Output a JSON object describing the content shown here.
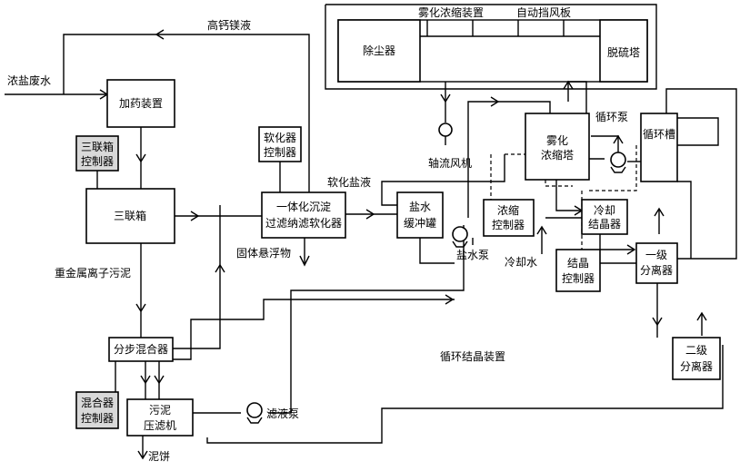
{
  "boxes": {
    "dosing": "加药装置",
    "triple_ctrl": [
      "三联箱",
      "控制器"
    ],
    "triple_box": "三联箱",
    "softener_ctrl": [
      "软化器",
      "控制器"
    ],
    "integrated": [
      "一体化沉淀",
      "过滤纳滤软化器"
    ],
    "buffer_tank": [
      "盐水",
      "缓冲罐"
    ],
    "dust_remover": "除尘器",
    "desulfur": "脱硫塔",
    "atomize_tower": [
      "雾化",
      "浓缩塔"
    ],
    "circ_tank": "循环槽",
    "conc_ctrl": [
      "浓缩",
      "控制器"
    ],
    "cool_cryst": [
      "冷却",
      "结晶器"
    ],
    "cryst_ctrl": [
      "结晶",
      "控制器"
    ],
    "sep1": [
      "一级",
      "分离器"
    ],
    "sep2": [
      "二级",
      "分离器"
    ],
    "step_mixer": "分步混合器",
    "mixer_ctrl": [
      "混合器",
      "控制器"
    ],
    "sludge_press": [
      "污泥",
      "压滤机"
    ]
  },
  "labels": {
    "concentrated_wastewater": "浓盐废水",
    "high_ca_mg": "高钙镁液",
    "atomize_device": "雾化浓缩装置",
    "auto_damper": "自动挡风板",
    "axial_fan": "轴流风机",
    "circ_pump": "循环泵",
    "softened_brine": "软化盐液",
    "brine_pump": "盐水泵",
    "cooling_water": "冷却水",
    "suspended_solids": "固体悬浮物",
    "heavy_metal_sludge": "重金属离子污泥",
    "circ_cryst_device": "循环结晶装置",
    "filtrate_pump": "滤液泵",
    "mud_cake": "泥饼"
  }
}
